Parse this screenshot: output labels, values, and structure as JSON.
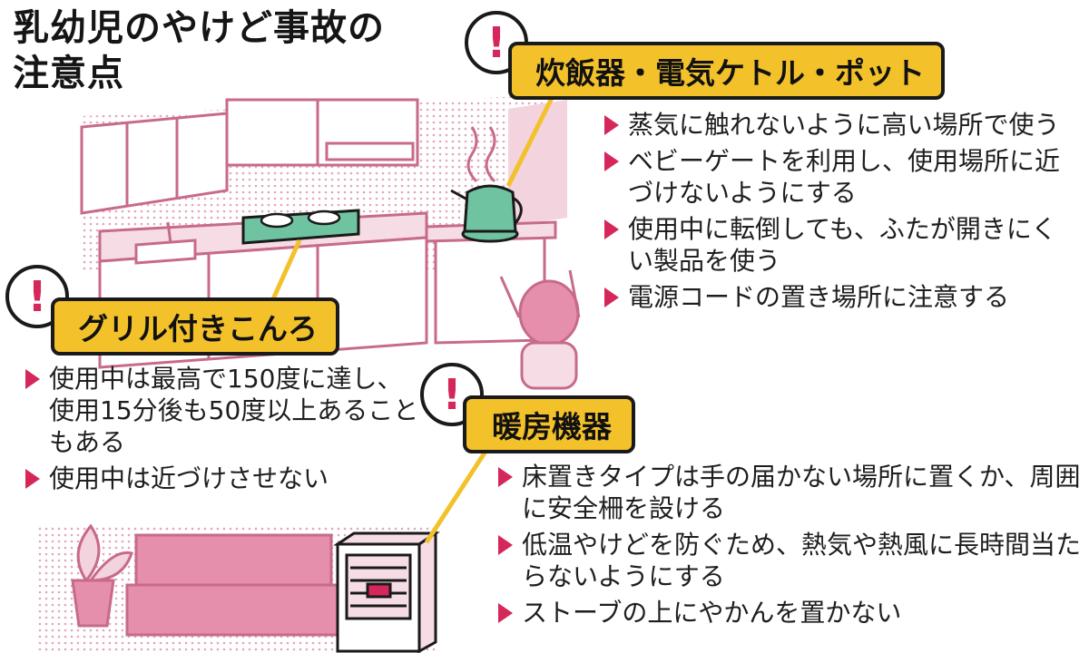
{
  "title": {
    "line1": "乳幼児のやけど事故の",
    "line2": "注意点"
  },
  "callouts": {
    "kettle": {
      "heading": "炊飯器・電気ケトル・ポット",
      "items": [
        "蒸気に触れないように高い場所で使う",
        "ベビーゲートを利用し、使用場所に近づけないようにする",
        "使用中に転倒しても、ふたが開きにくい製品を使う",
        "電源コードの置き場所に注意する"
      ]
    },
    "grill": {
      "heading": "グリル付きこんろ",
      "items": [
        "使用中は最高で150度に達し、使用15分後も50度以上あることもある",
        "使用中は近づけさせない"
      ]
    },
    "heater": {
      "heading": "暖房機器",
      "items": [
        "床置きタイプは手の届かない場所に置くか、周囲に安全柵を設ける",
        "低温やけどを防ぐため、熱気や熱風に長時間当たらないようにする",
        "ストーブの上にやかんを置かない"
      ]
    }
  },
  "icons": {
    "warning": "exclamation-mark-icon",
    "bullet": "triangle-bullet-icon",
    "mark_glyph": "!"
  },
  "colors": {
    "callout_fill": "#f3c12a",
    "accent_pink": "#d5275a",
    "illustration_line": "#c76a8b",
    "illustration_fill": "#f6dde5",
    "appliance_green": "#6fc3a1"
  }
}
